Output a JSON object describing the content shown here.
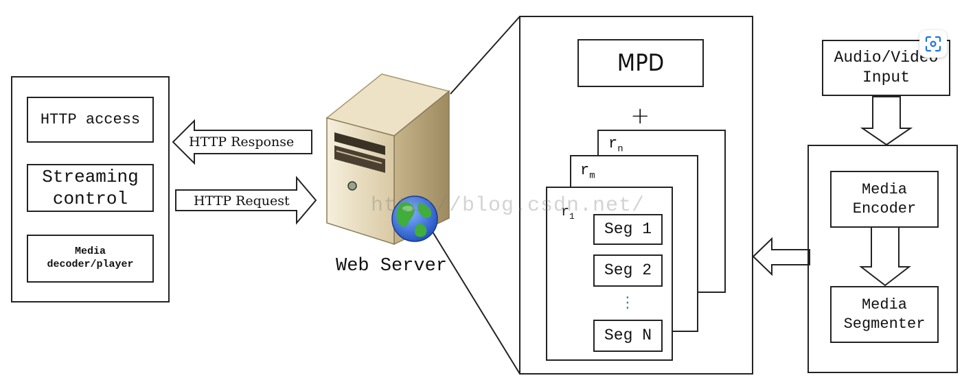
{
  "client": {
    "http_access": "HTTP access",
    "streaming_line1": "Streaming",
    "streaming_line2": "control",
    "decoder_line1": "Media",
    "decoder_line2": "decoder/player"
  },
  "arrows": {
    "response": "HTTP Response",
    "request": "HTTP Request"
  },
  "server": {
    "label": "Web Server"
  },
  "content": {
    "mpd": "MPD",
    "plus": "+",
    "rep_n": "r",
    "rep_n_sub": "n",
    "rep_m": "r",
    "rep_m_sub": "m",
    "rep_1": "r",
    "rep_1_sub": "1",
    "segments": [
      "Seg 1",
      "Seg 2",
      "Seg N"
    ],
    "ellipsis": "⋮"
  },
  "source": {
    "input_line1": "Audio/Video",
    "input_line2": "Input",
    "encoder_line1": "Media",
    "encoder_line2": "Encoder",
    "segmenter_line1": "Media",
    "segmenter_line2": "Segmenter"
  },
  "watermark": "http://blog.csdn.net/",
  "colors": {
    "server_body": "#e8dcc0",
    "server_dark": "#8a7a5a",
    "globe_ocean": "#3a6fd8",
    "globe_land": "#3fae3a"
  }
}
